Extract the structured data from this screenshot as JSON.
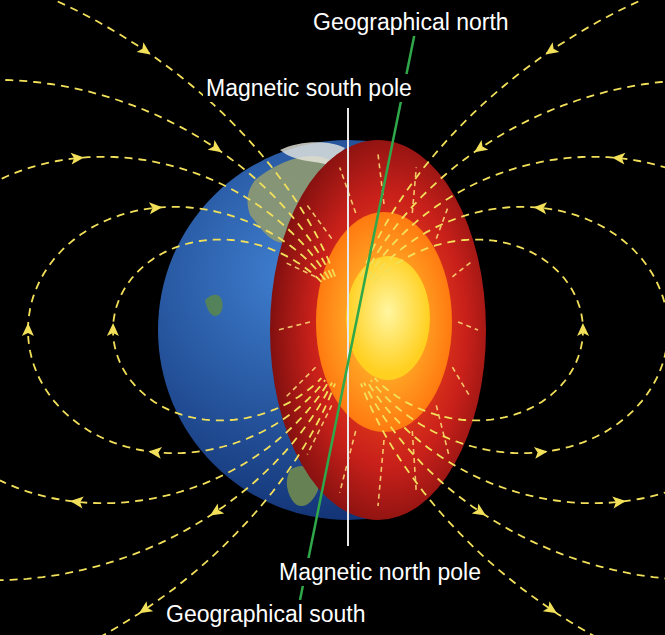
{
  "diagram": {
    "labels": [
      "Geographical north",
      "Magnetic south pole",
      "Magnetic north pole",
      "Geographical south"
    ]
  }
}
